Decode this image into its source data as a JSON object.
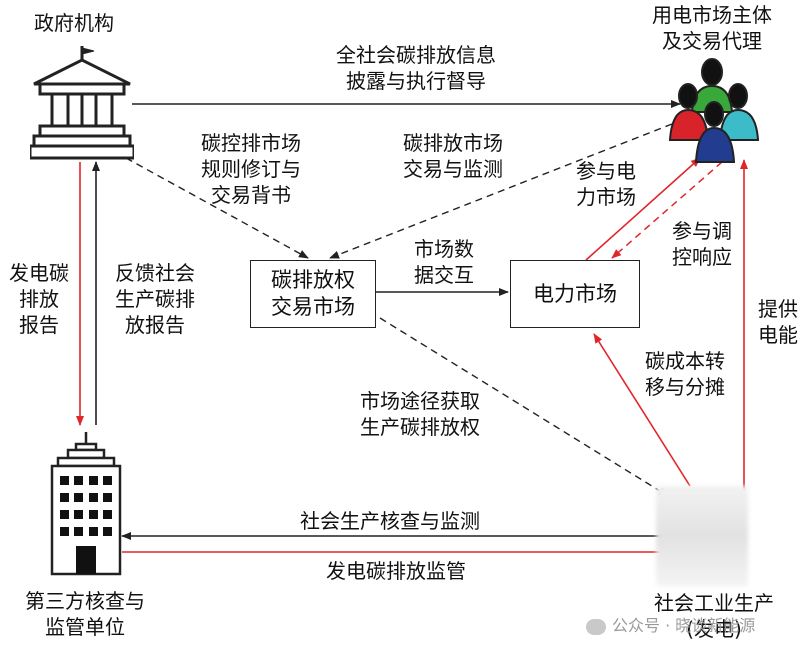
{
  "nodes": {
    "government": "政府机构",
    "market_entities": "用电市场主体\n及交易代理",
    "carbon_market": "碳排放权\n交易市场",
    "power_market": "电力市场",
    "third_party": "第三方核查与\n监管单位",
    "industry": "社会工业生产\n(发电)"
  },
  "edges": {
    "disclosure": "全社会碳排放信息\n披露与执行督导",
    "rule_revision": "碳控排市场\n规则修订与\n交易背书",
    "market_supervision": "碳排放市场\n交易与监测",
    "data_exchange": "市场数\n据交互",
    "participate_power": "参与电\n力市场",
    "participate_regulation": "参与调\n控响应",
    "generation_report": "发电碳\n排放\n报告",
    "feedback_report": "反馈社会\n生产碳排\n放报告",
    "market_acquisition": "市场途径获取\n生产碳排放权",
    "cost_transfer": "碳成本转\n移与分摊",
    "power_supply": "提供\n电能",
    "audit_monitoring": "社会生产核查与监测",
    "generation_supervision": "发电碳排放监管"
  },
  "watermark": "公众号 · 晓谈新能源",
  "colors": {
    "black_edge": "#222222",
    "red_edge": "#e0262b",
    "person_colors": [
      "#38a83a",
      "#d9232a",
      "#3cbcc8",
      "#223c8f"
    ]
  }
}
